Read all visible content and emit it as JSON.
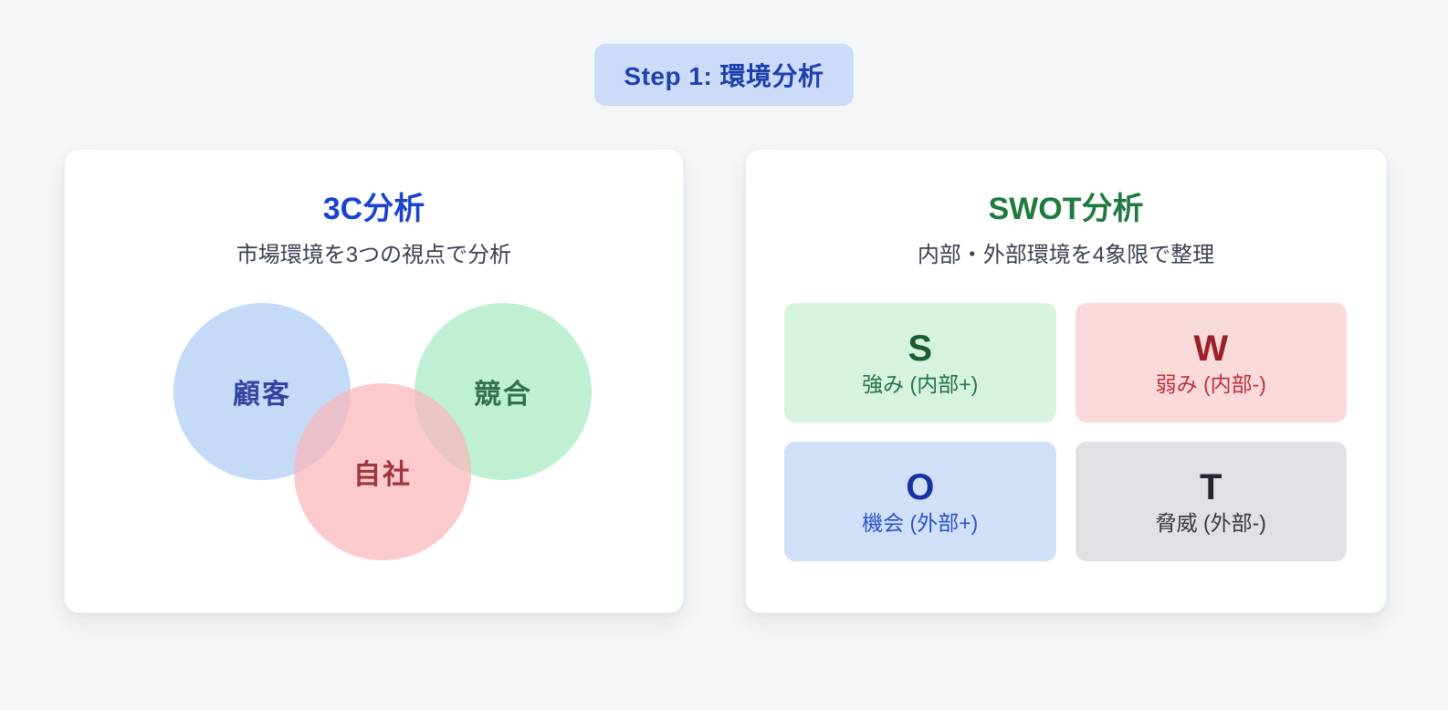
{
  "badge": {
    "label": "Step 1: 環境分析"
  },
  "c3": {
    "title": "3C分析",
    "subtitle": "市場環境を3つの視点で分析",
    "circles": [
      {
        "label": "顧客",
        "fill": "#c4daf7",
        "text_color": "#33439e"
      },
      {
        "label": "競合",
        "fill": "#bff0d3",
        "text_color": "#2f6f4f"
      },
      {
        "label": "自社",
        "fill": "rgba(250,181,186,0.72)",
        "text_color": "#9e3640"
      }
    ]
  },
  "swot": {
    "title": "SWOT分析",
    "subtitle": "内部・外部環境を4象限で整理",
    "quadrants": [
      {
        "letter": "S",
        "caption": "強み (内部+)",
        "bg": "#d6f3e2",
        "letter_color": "#1d5c33",
        "caption_color": "#237347"
      },
      {
        "letter": "W",
        "caption": "弱み (内部-)",
        "bg": "#fad9db",
        "letter_color": "#9c2026",
        "caption_color": "#ba323b"
      },
      {
        "letter": "O",
        "caption": "機会 (外部+)",
        "bg": "#cfe0f8",
        "letter_color": "#18319e",
        "caption_color": "#2c52c6"
      },
      {
        "letter": "T",
        "caption": "脅威 (外部-)",
        "bg": "#e0e1e4",
        "letter_color": "#23272f",
        "caption_color": "#34383f"
      }
    ]
  },
  "colors": {
    "page_bg": "#f4f6f8",
    "card_bg": "#ffffff",
    "badge_bg": "#ccdcf8",
    "badge_text": "#1e3fae",
    "c3_title": "#1b42cc",
    "swot_title": "#1f7a3e",
    "subtitle_text": "#3a4150"
  }
}
